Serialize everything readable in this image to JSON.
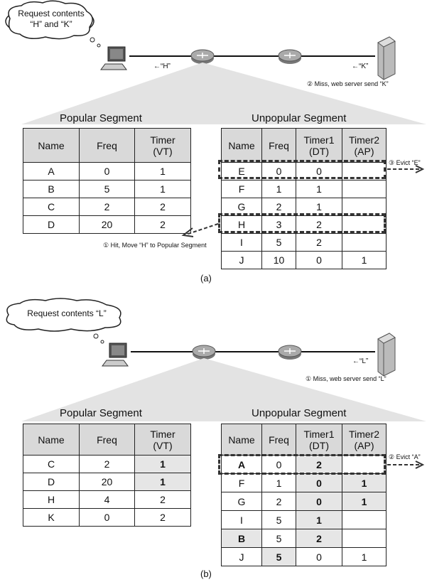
{
  "panel_a": {
    "cloud_text": "Request contents\n“H” and “K”",
    "arrow_h_label": "←“H”",
    "arrow_k_label": "←“K”",
    "miss_note": "② Miss, web server send “K”",
    "popular_title": "Popular Segment",
    "unpopular_title": "Unpopular Segment",
    "popular_headers": [
      "Name",
      "Freq",
      "Timer\n(VT)"
    ],
    "popular_rows": [
      [
        "A",
        "0",
        "1"
      ],
      [
        "B",
        "5",
        "1"
      ],
      [
        "C",
        "2",
        "2"
      ],
      [
        "D",
        "20",
        "2"
      ]
    ],
    "unpopular_headers": [
      "Name",
      "Freq",
      "Timer1\n(DT)",
      "Timer2\n(AP)"
    ],
    "unpopular_rows": [
      [
        "E",
        "0",
        "0",
        ""
      ],
      [
        "F",
        "1",
        "1",
        ""
      ],
      [
        "G",
        "2",
        "1",
        ""
      ],
      [
        "H",
        "3",
        "2",
        ""
      ],
      [
        "I",
        "5",
        "2",
        ""
      ],
      [
        "J",
        "10",
        "0",
        "1"
      ]
    ],
    "evict_note": "③ Evict “E”",
    "hit_note": "① Hit, Move “H” to Popular Segment",
    "caption": "(a)"
  },
  "panel_b": {
    "cloud_text": "Request contents “L”",
    "arrow_l_label": "←“L”",
    "miss_note": "① Miss, web server send “L”",
    "popular_title": "Popular Segment",
    "unpopular_title": "Unpopular Segment",
    "popular_headers": [
      "Name",
      "Freq",
      "Timer\n(VT)"
    ],
    "popular_rows": [
      [
        "C",
        "2",
        "1"
      ],
      [
        "D",
        "20",
        "1"
      ],
      [
        "H",
        "4",
        "2"
      ],
      [
        "K",
        "0",
        "2"
      ]
    ],
    "unpopular_headers": [
      "Name",
      "Freq",
      "Timer1\n(DT)",
      "Timer2\n(AP)"
    ],
    "unpopular_rows": [
      [
        "A",
        "0",
        "2",
        ""
      ],
      [
        "F",
        "1",
        "0",
        "1"
      ],
      [
        "G",
        "2",
        "0",
        "1"
      ],
      [
        "I",
        "5",
        "1",
        ""
      ],
      [
        "B",
        "5",
        "2",
        ""
      ],
      [
        "J",
        "5",
        "0",
        "1"
      ]
    ],
    "evict_note": "② Evict “A”",
    "caption": "(b)"
  }
}
